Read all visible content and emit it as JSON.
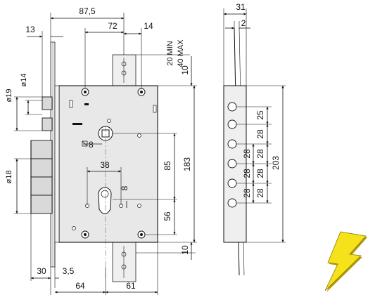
{
  "drawing": {
    "front_dimensions": {
      "top": {
        "overall_width": "87,5",
        "backset": "72",
        "edge_to_faceplate": "13",
        "screw_offset": "14"
      },
      "right_vertical": {
        "min": "20 MIN",
        "max": "40 MAX",
        "top_gap": "10",
        "case_height": "183",
        "upper_to_center": "85",
        "center_to_lower": "56",
        "bottom_gap": "10"
      },
      "left": {
        "diam_outer": "ø19",
        "diam_inner": "ø14",
        "bolt_diam": "ø18"
      },
      "interior": {
        "square": "8",
        "hub_spacing": "38",
        "cylinder_offset": "8"
      },
      "bottom": {
        "bolt_projection": "30",
        "faceplate_step": "3,5",
        "left_span": "64",
        "right_span": "61"
      }
    },
    "side_dimensions": {
      "overall_depth": "31",
      "plate_thickness": "2",
      "overall_height": "203",
      "bolt_spacing": [
        "25",
        "28",
        "28",
        "28",
        "28"
      ],
      "inner_spacing": [
        "28",
        "28",
        "28"
      ]
    }
  },
  "colors": {
    "case_fill": "#e8e8e8",
    "line": "#111111",
    "bolt_fill": "#d9d9d9",
    "lightning_yellow": "#f5e21a",
    "lightning_shadow": "#b09a10"
  },
  "icons": {
    "lightning": "lightning-bolt-icon"
  }
}
